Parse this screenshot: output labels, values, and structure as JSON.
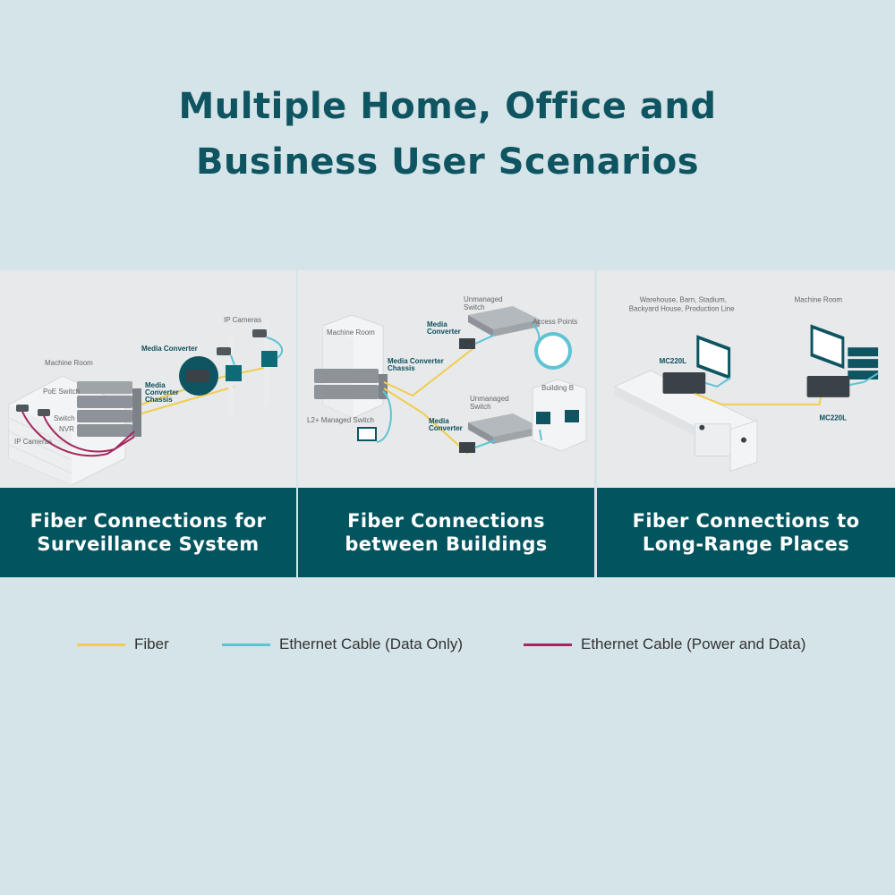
{
  "headline": {
    "line1": "Multiple Home, Office and",
    "line2": "Business User Scenarios"
  },
  "panels": [
    {
      "caption_line1": "Fiber Connections for",
      "caption_line2": "Surveillance System",
      "labels": {
        "machine_room": "Machine Room",
        "poe_switch": "PoE Switch",
        "switch": "Switch",
        "nvr": "NVR",
        "ip_cameras_left": "IP Cameras",
        "ip_cameras_right": "IP Cameras",
        "media_converter": "Media Converter",
        "chassis1": "Media",
        "chassis2": "Converter",
        "chassis3": "Chassis"
      }
    },
    {
      "caption_line1": "Fiber Connections",
      "caption_line2": "between Buildings",
      "labels": {
        "machine_room": "Machine Room",
        "unmanaged_top1": "Unmanaged",
        "unmanaged_top2": "Switch",
        "media_top1": "Media",
        "media_top2": "Converter",
        "access_points": "Access Points",
        "chassis1": "Media Converter",
        "chassis2": "Chassis",
        "unmanaged_bottom1": "Unmanaged",
        "unmanaged_bottom2": "Switch",
        "building_b": "Building B",
        "l2_switch": "L2+ Managed Switch",
        "media_bottom1": "Media",
        "media_bottom2": "Converter"
      }
    },
    {
      "caption_line1": "Fiber Connections to",
      "caption_line2": "Long-Range Places",
      "labels": {
        "places1": "Warehouse, Barn, Stadium,",
        "places2": "Backyard House, Production Line",
        "machine_room": "Machine Room",
        "mc220l_left": "MC220L",
        "mc220l_right": "MC220L"
      }
    }
  ],
  "legend": [
    {
      "label": "Fiber",
      "color": "#f2cd4b"
    },
    {
      "label": "Ethernet Cable (Data Only)",
      "color": "#5ec3d3"
    },
    {
      "label": "Ethernet Cable (Power and Data)",
      "color": "#a3285f"
    }
  ],
  "colors": {
    "background": "#d5e4e8",
    "headline": "#0e5461",
    "caption_bg": "#02555f",
    "fiber": "#f2cd4b",
    "ethernet": "#5ec3d3",
    "poe": "#a3285f"
  }
}
